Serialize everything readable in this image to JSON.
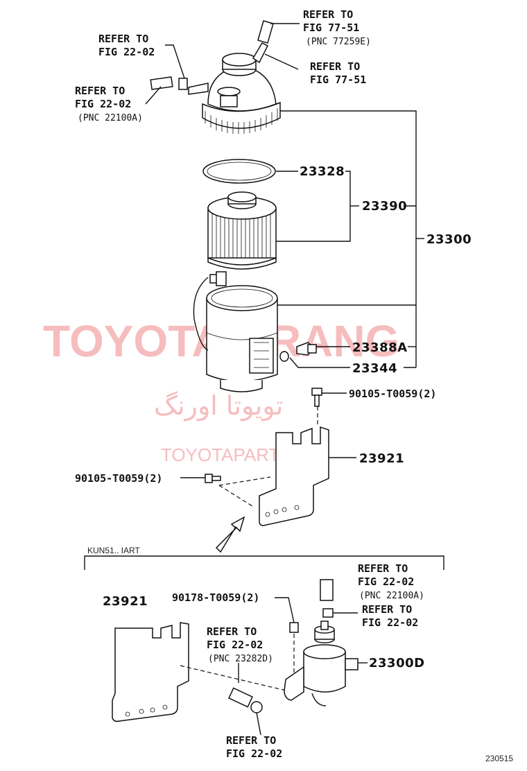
{
  "watermark": {
    "brand": "TOYOTA ORANG",
    "persian": "تويوتا اورنگ",
    "url": "TOYOTAPART.IR"
  },
  "refs": {
    "top_right_1": [
      "REFER TO",
      "FIG 77-51",
      "(PNC 77259E)"
    ],
    "top_right_2": [
      "REFER TO",
      "FIG 77-51"
    ],
    "top_left_1": [
      "REFER TO",
      "FIG 22-02"
    ],
    "top_left_2": [
      "REFER TO",
      "FIG 22-02",
      "(PNC 22100A)"
    ],
    "bottom_top_right": [
      "REFER TO",
      "FIG 22-02",
      "(PNC 22100A)"
    ],
    "bottom_mid_right": [
      "REFER TO",
      "FIG 22-02"
    ],
    "bottom_center": [
      "REFER TO",
      "FIG 22-02",
      "(PNC 23282D)"
    ],
    "bottom_bottom": [
      "REFER TO",
      "FIG 22-02"
    ]
  },
  "parts": {
    "p23328": "23328",
    "p23390": "23390",
    "p23300": "23300",
    "p23388A": "23388A",
    "p23344": "23344",
    "bolt_right": "90105-T0059(2)",
    "bracket": "23921",
    "bolt_left": "90105-T0059(2)",
    "variant_label": "KUN51.. IART",
    "bracket_b": "23921",
    "bolt_b": "90178-T0059(2)",
    "filter_b": "23300D",
    "diagram_id": "230515"
  }
}
